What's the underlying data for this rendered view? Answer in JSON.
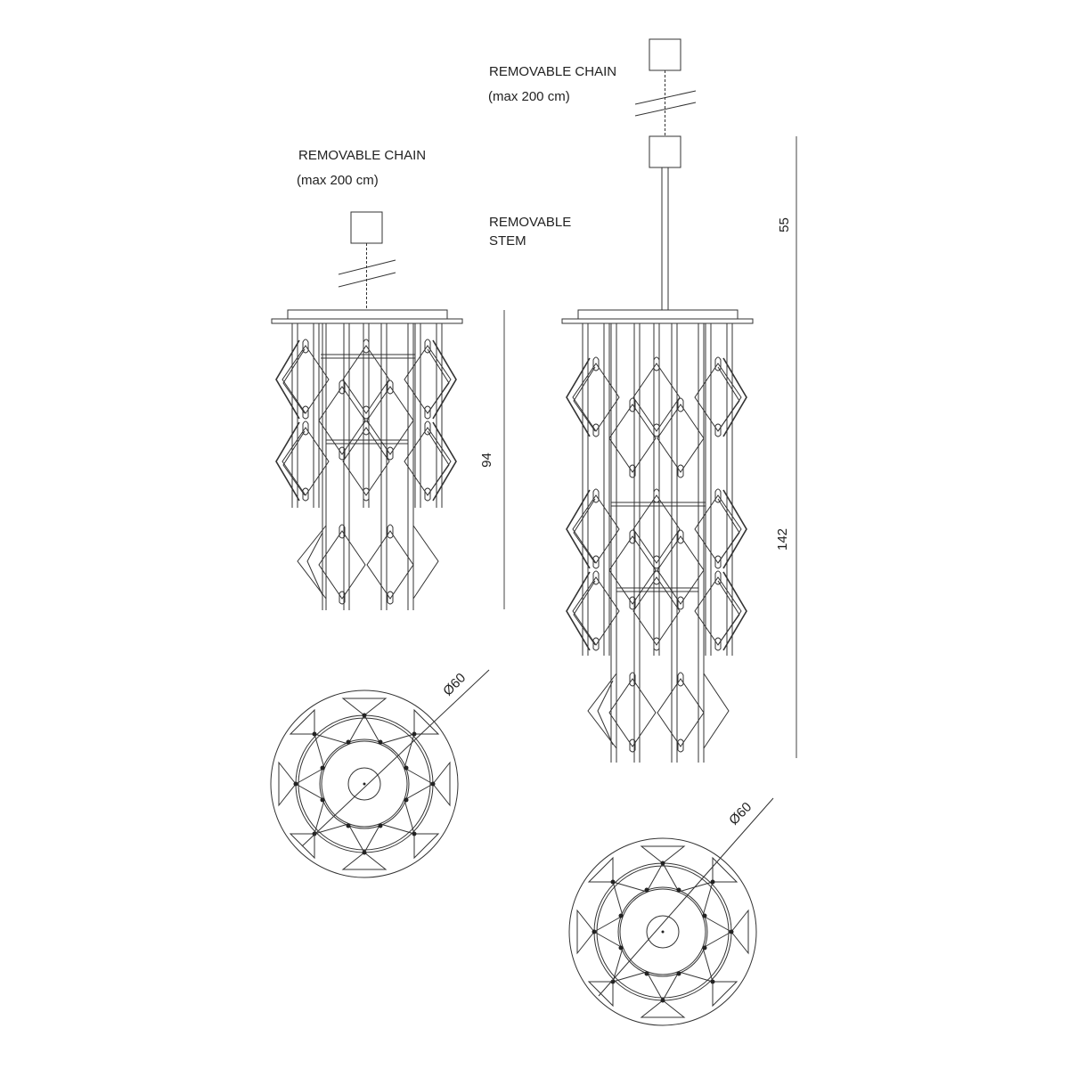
{
  "drawing": {
    "small_fixture": {
      "chain_label": "REMOVABLE CHAIN",
      "chain_max": "(max 200 cm)",
      "height_dim": "94",
      "diameter_dim": "Ø60"
    },
    "large_fixture": {
      "chain_label": "REMOVABLE CHAIN",
      "chain_max": "(max 200 cm)",
      "stem_label_line1": "REMOVABLE",
      "stem_label_line2": "STEM",
      "stem_dim": "55",
      "height_dim": "142",
      "diameter_dim": "Ø60"
    }
  },
  "colors": {
    "line": "#333333",
    "background": "#ffffff"
  }
}
